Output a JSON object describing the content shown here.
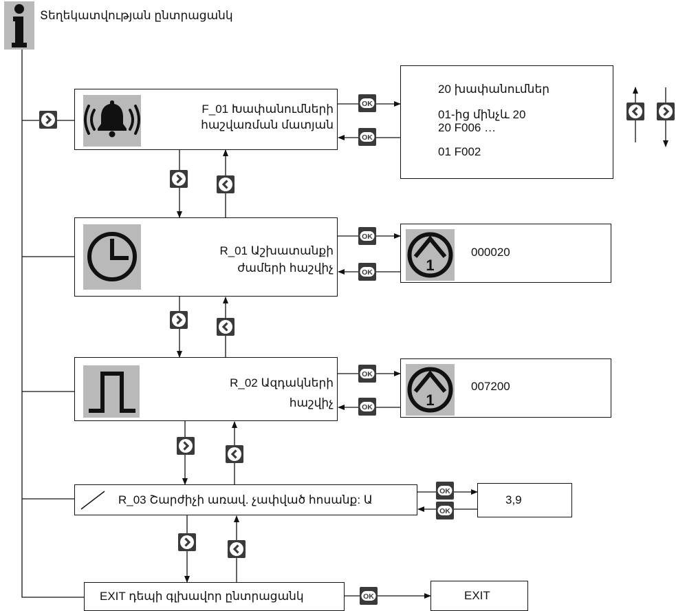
{
  "header": {
    "title": "Տեղեկատվության ընտրացանկ",
    "info_icon": "info-icon"
  },
  "menu": [
    {
      "id": "F_01",
      "label_line1": "F_01 Խափանումների",
      "label_line2": "հաշվառման մատյան",
      "icon": "bell-alarm-icon",
      "detail": {
        "line1": "20 խափանումներ",
        "line2": "01-ից մինչև 20",
        "line3": "20 F006 …",
        "line4": "01 F002"
      }
    },
    {
      "id": "R_01",
      "label_line1": "R_01 Աշխատանքի",
      "label_line2": "ժամերի հաշվիչ",
      "icon": "clock-icon",
      "detail": {
        "value": "000020",
        "icon": "counter-1-icon"
      }
    },
    {
      "id": "R_02",
      "label_line1": "R_02 Ազդակների",
      "label_line2": "հաշվիչ",
      "icon": "pulse-icon",
      "detail": {
        "value": "007200",
        "icon": "counter-1-icon"
      }
    },
    {
      "id": "R_03",
      "label": "R_03 Շարժիչի առավ. չափված հոսանք: Ա",
      "icon": "slash-icon",
      "detail": {
        "value": "3,9"
      }
    },
    {
      "id": "EXIT",
      "label": "EXIT դեպի գլխավոր ընտրացանկ",
      "detail": {
        "value": "EXIT"
      }
    }
  ],
  "buttons": {
    "ok_label": "OK",
    "next_icon": "chevron-right-icon",
    "prev_icon": "chevron-left-icon"
  },
  "colors": {
    "button_bg": "#3a3a3a",
    "icon_bg": "#b9b9b9",
    "line": "#111111"
  }
}
